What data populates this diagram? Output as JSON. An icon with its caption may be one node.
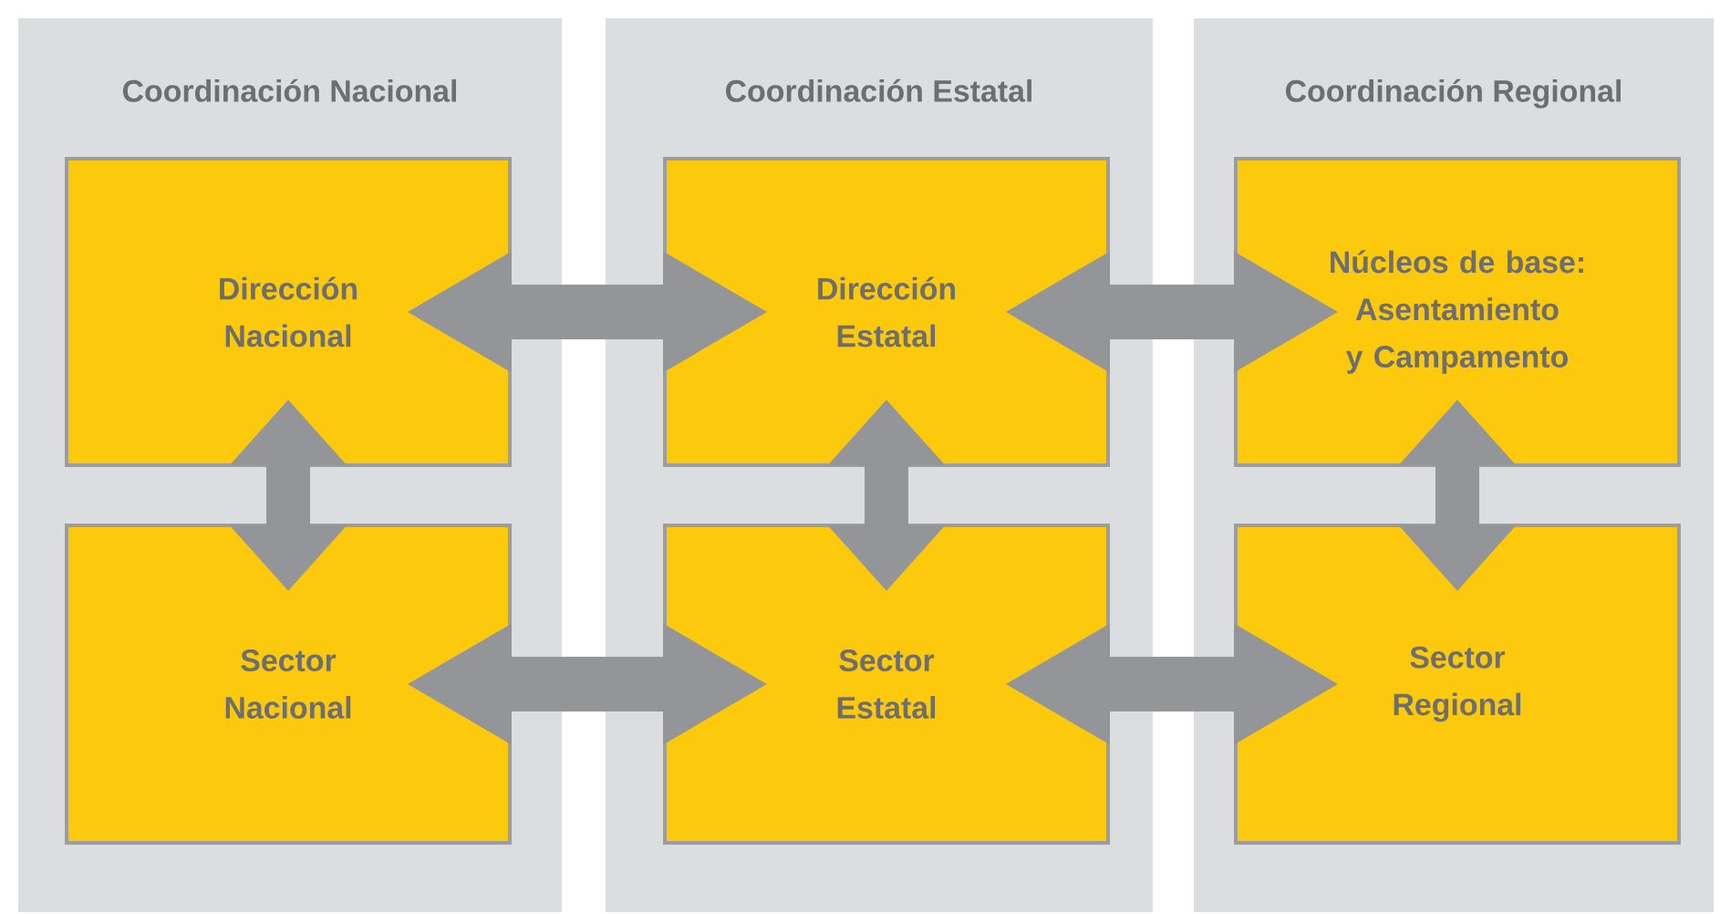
{
  "diagram": {
    "nodes": [
      {
        "text": [
          "Coordinación Nacional"
        ]
      },
      {
        "text": [
          "Dirección Nacional"
        ],
        "in": 0
      },
      {
        "text": [
          "Sector Nacional"
        ],
        "in": 0
      },
      {
        "text": [
          "Coordinación Estatal"
        ]
      },
      {
        "text": [
          "Dirección Estatal"
        ],
        "in": 3
      },
      {
        "text": [
          "Sector Estatal"
        ],
        "in": 3
      },
      {
        "text": [
          "Coordinación Regional"
        ]
      },
      {
        "text": [
          "Núcleos de base: Asentamiento y Campamento"
        ],
        "in": 6
      },
      {
        "text": [
          "Sector Regional"
        ],
        "in": 6
      }
    ],
    "edges": [
      {
        "from": 1,
        "to": 4,
        "arrow": "both"
      },
      {
        "from": 4,
        "to": 7,
        "arrow": "both"
      },
      {
        "from": 2,
        "to": 5,
        "arrow": "both"
      },
      {
        "from": 5,
        "to": 8,
        "arrow": "both"
      },
      {
        "from": 1,
        "to": 2,
        "arrow": "both"
      },
      {
        "from": 4,
        "to": 5,
        "arrow": "both"
      },
      {
        "from": 7,
        "to": 8,
        "arrow": "both"
      }
    ]
  }
}
